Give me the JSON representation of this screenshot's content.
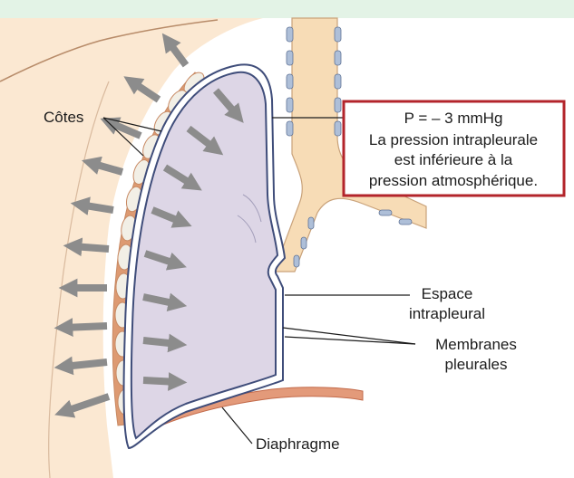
{
  "colors": {
    "top_band": "#e3f3e6",
    "body_skin": "#fbe8d2",
    "body_outline": "#b88c6a",
    "rib": "#f2efe6",
    "rib_outline": "#c88a64",
    "intercostal": "#dd9a72",
    "pleura": "#ffffff",
    "lung_outline": "#3f4d7a",
    "lung_fill": "#ddd6e6",
    "trachea": "#f7dcb6",
    "cartilage": "#aebfd8",
    "diaphragm": "#e39a7a",
    "arrow": "#8c8c8c",
    "box_border": "#b3242b"
  },
  "labels": {
    "cotes": "Côtes",
    "pressure_box": {
      "line1": "P = – 3 mmHg",
      "line2": "La pression intrapleurale",
      "line3": "est inférieure à la",
      "line4": "pression atmosphérique."
    },
    "espace_line1": "Espace",
    "espace_line2": "intrapleural",
    "membranes_line1": "Membranes",
    "membranes_line2": "pleurales",
    "diaphragme": "Diaphragme"
  },
  "icons": {
    "arrows_outward": "arrow-outward-icon",
    "arrows_inward": "arrow-inward-icon"
  }
}
